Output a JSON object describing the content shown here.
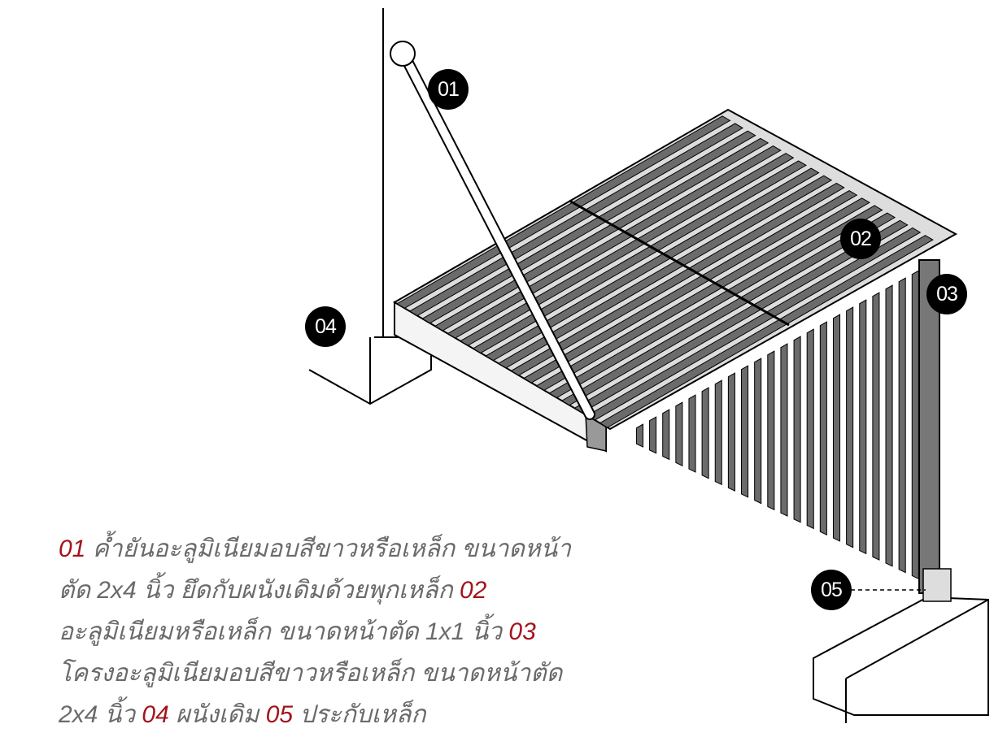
{
  "markers": [
    "01",
    "02",
    "03",
    "04",
    "05"
  ],
  "legend": [
    {
      "num": "01",
      "text": "ค้ำยันอะลูมิเนียมอบสีขาวหรือเหล็ก  ขนาดหน้าตัด 2x4 นิ้ว  ยึดกับผนังเดิมด้วยพุกเหล็ก"
    },
    {
      "num": "02",
      "text": "อะลูมิเนียมหรือเหล็ก  ขนาดหน้าตัด 1x1 นิ้ว"
    },
    {
      "num": "03",
      "text": "โครงอะลูมิเนียมอบสีขาวหรือเหล็ก  ขนาดหน้าตัด 2x4 นิ้ว"
    },
    {
      "num": "04",
      "text": "ผนังเดิม"
    },
    {
      "num": "05",
      "text": "ประกับเหล็ก"
    }
  ],
  "colors": {
    "accent": "#a3141c",
    "text": "#6a6a6a",
    "slat": "#6b6b6b"
  }
}
